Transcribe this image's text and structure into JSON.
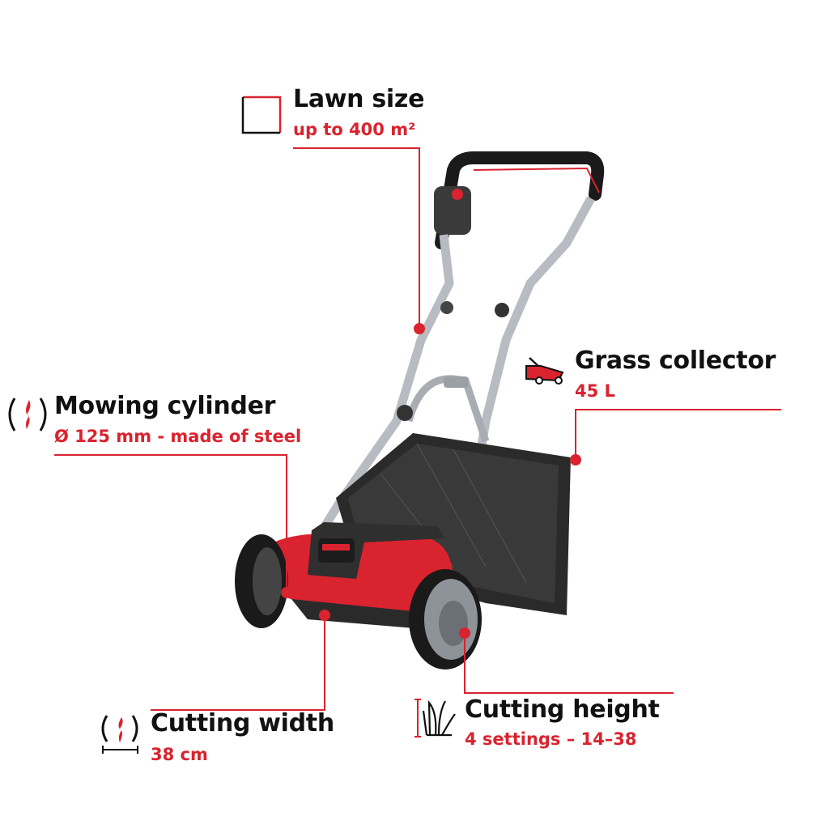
{
  "accent_color": "#d9232e",
  "features": [
    {
      "title": "Lawn size",
      "value": "up to 400 m²",
      "icon": "lawn-area-square-icon"
    },
    {
      "title": "Mowing cylinder",
      "value": "Ø 125 mm - made of steel",
      "icon": "cylinder-blade-icon"
    },
    {
      "title": "Grass collector",
      "value": "45 L",
      "icon": "mower-collector-icon"
    },
    {
      "title": "Cutting width",
      "value": "38 cm",
      "icon": "cutting-width-icon"
    },
    {
      "title": "Cutting height",
      "value": "4 settings – 14–38",
      "icon": "grass-height-icon"
    }
  ]
}
